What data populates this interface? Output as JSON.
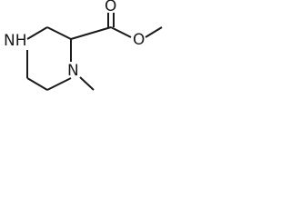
{
  "molecule": {
    "atoms": {
      "nh": "NH",
      "n_methyl": "N",
      "carbonyl_o": "O",
      "ester_o": "O"
    },
    "bond_color": "#1a1a1a"
  }
}
